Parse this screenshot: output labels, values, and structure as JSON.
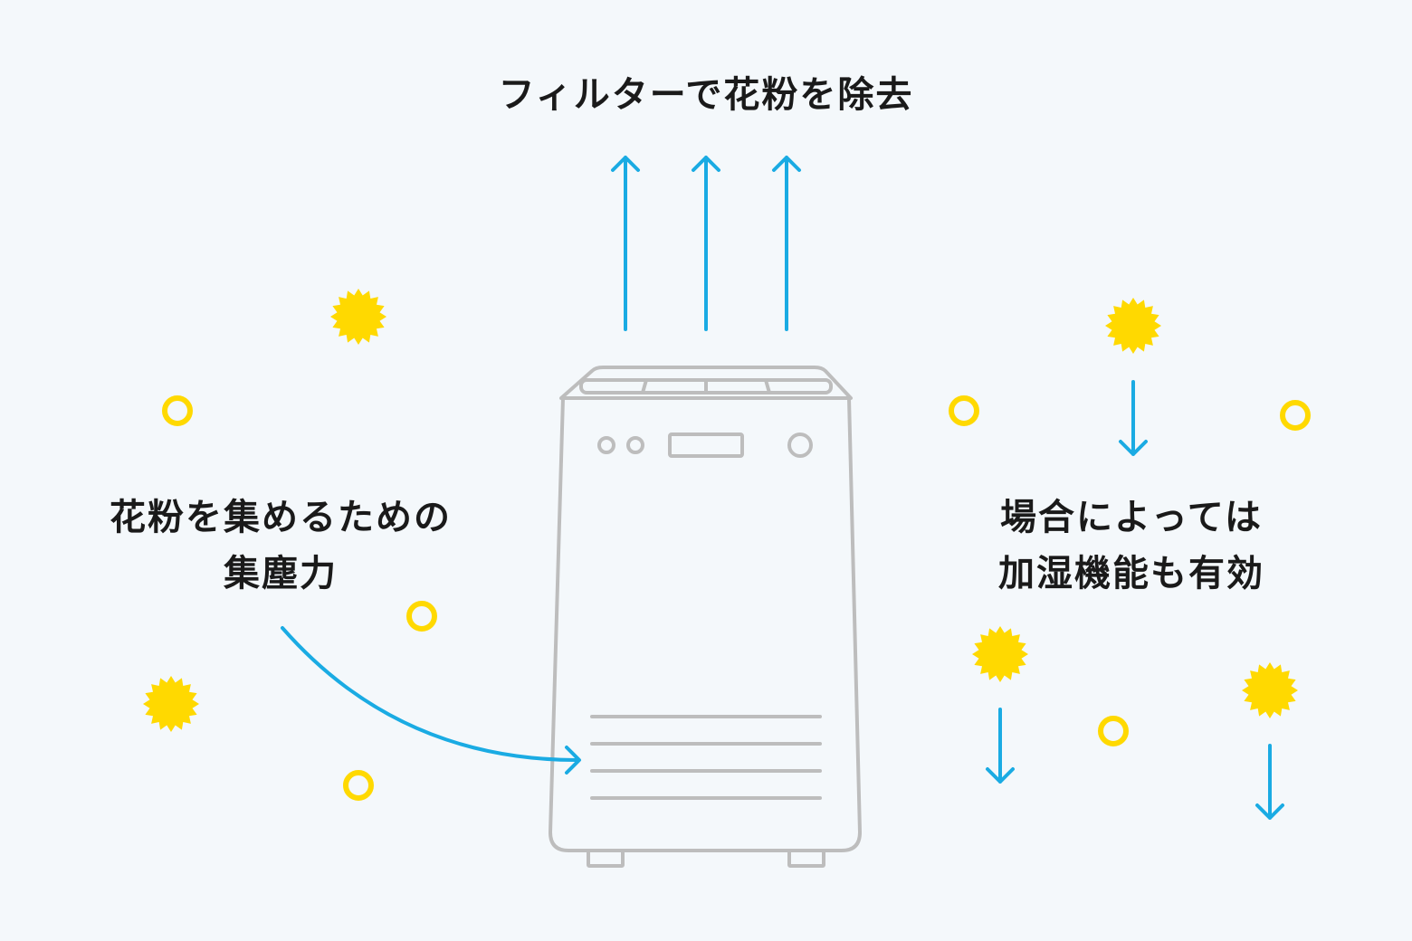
{
  "labels": {
    "top": "フィルターで花粉を除去",
    "left": [
      "花粉を集めるための",
      "集塵力"
    ],
    "right": [
      "場合によっては",
      "加湿機能も有効"
    ]
  },
  "colors": {
    "background": "#f4f8fb",
    "arrow": "#1aabe3",
    "pollen": "#ffd900",
    "device_outline": "#bdbdbd",
    "text": "#1a1a1a"
  },
  "icons": {
    "device": "air-purifier-icon",
    "pollen_burst": "pollen-burst-icon",
    "pollen_ring": "pollen-ring-icon",
    "arrow": "arrow-icon"
  }
}
